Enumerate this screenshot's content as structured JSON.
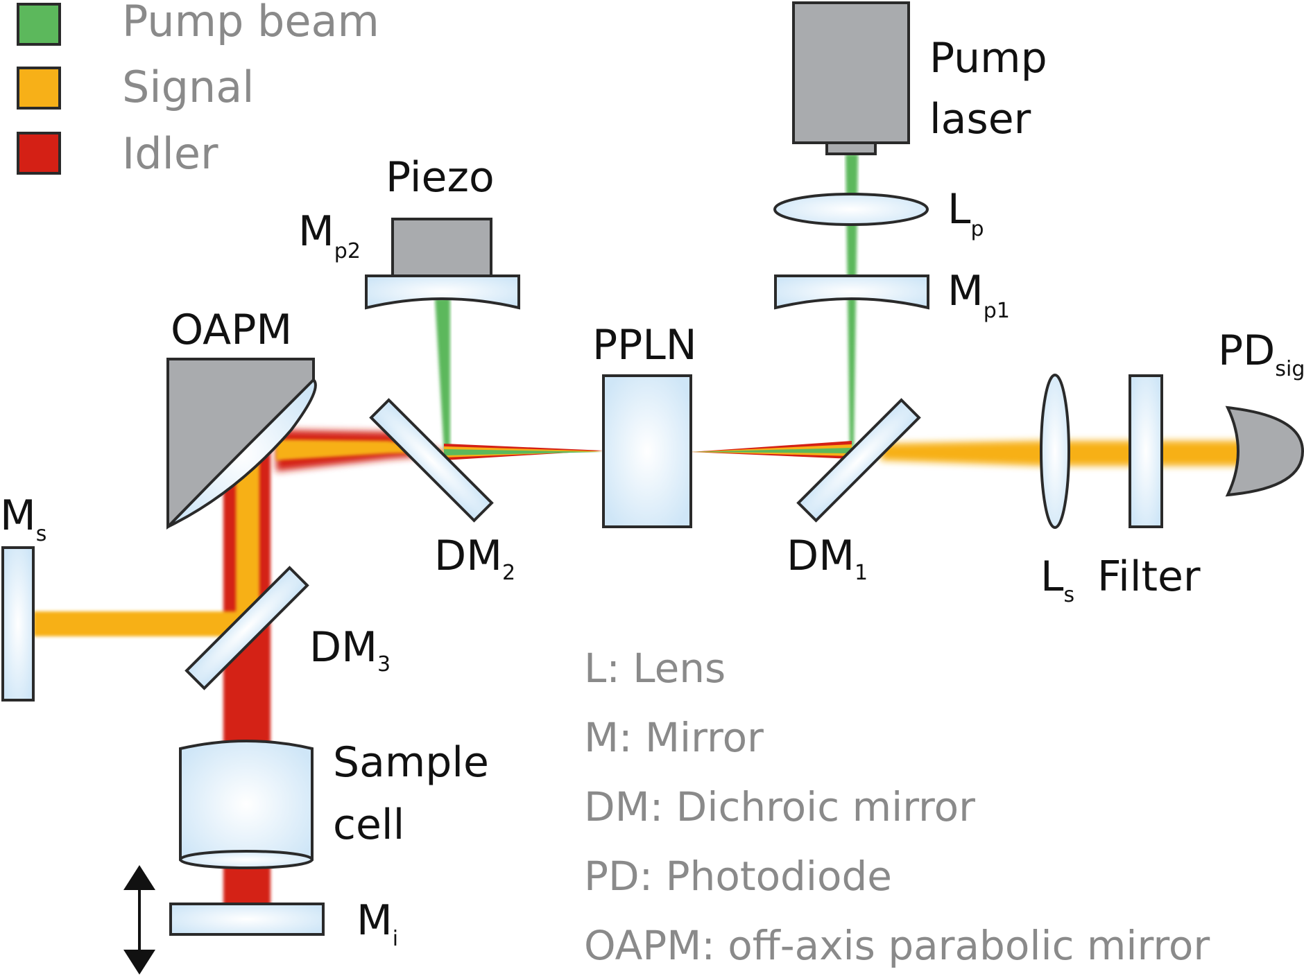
{
  "colors": {
    "pump": "#5cb85c",
    "signal": "#f7b018",
    "idler": "#d42015",
    "optic_fill": "#dcecf8",
    "grey_fill": "#a9abae"
  },
  "legend": [
    {
      "label": "Pump beam",
      "color": "#5cb85c"
    },
    {
      "label": "Signal",
      "color": "#f7b018"
    },
    {
      "label": "Idler",
      "color": "#d42015"
    }
  ],
  "components": {
    "pump_laser": {
      "line1": "Pump",
      "line2": "laser"
    },
    "lens_p": {
      "main": "L",
      "sub": "p"
    },
    "mirror_p1": {
      "main": "M",
      "sub": "p1"
    },
    "piezo": "Piezo",
    "mirror_p2": {
      "main": "M",
      "sub": "p2"
    },
    "oapm": "OAPM",
    "ppln": "PPLN",
    "dm1": {
      "main": "DM",
      "sub": "1"
    },
    "dm2": {
      "main": "DM",
      "sub": "2"
    },
    "dm3": {
      "main": "DM",
      "sub": "3"
    },
    "pd_sig": {
      "main": "PD",
      "sub": "sig"
    },
    "lens_s": {
      "main": "L",
      "sub": "s"
    },
    "filter": "Filter",
    "mirror_s": {
      "main": "M",
      "sub": "s"
    },
    "sample_cell": {
      "line1": "Sample",
      "line2": "cell"
    },
    "mirror_i": {
      "main": "M",
      "sub": "i"
    }
  },
  "glossary": [
    "L: Lens",
    "M: Mirror",
    "DM: Dichroic mirror",
    "PD: Photodiode",
    "OAPM: off-axis parabolic mirror"
  ]
}
